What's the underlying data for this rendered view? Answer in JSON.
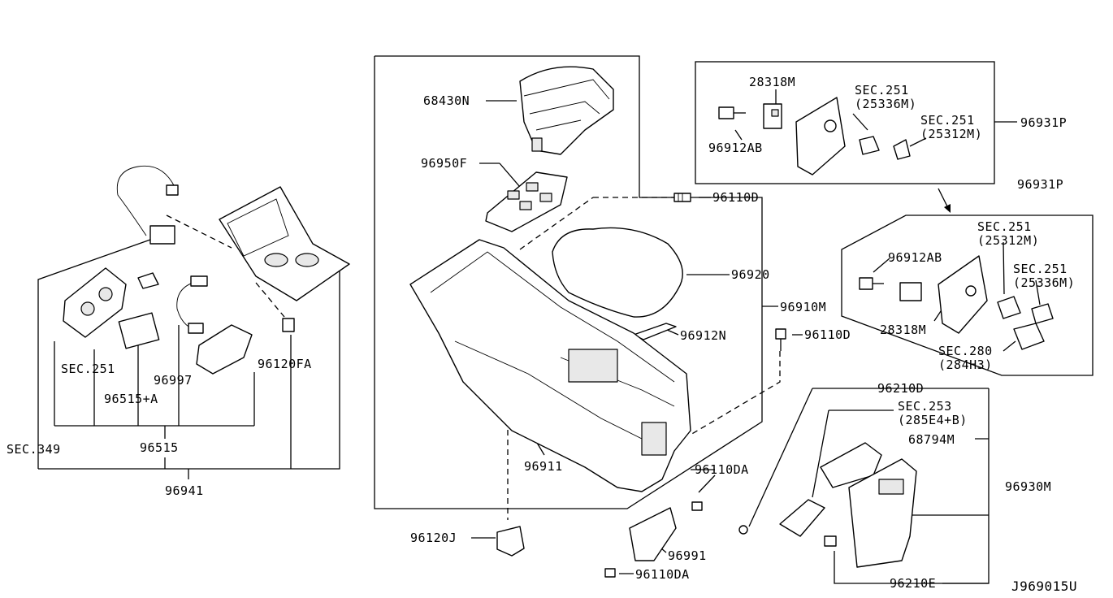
{
  "callouts": {
    "c68430N": "68430N",
    "c96950F": "96950F",
    "c96110D_top": "96110D",
    "c96920": "96920",
    "c96910M": "96910M",
    "c96912N": "96912N",
    "c96110D_mid": "96110D",
    "c96911": "96911",
    "c96120J": "96120J",
    "c96110DA_top": "96110DA",
    "c96991": "96991",
    "c96110DA_bot": "96110DA",
    "c28318M_top": "28318M",
    "c96912AB_top": "96912AB",
    "c96931P_top": "96931P",
    "c96931P_right": "96931P",
    "c96912AB_bot": "96912AB",
    "c28318M_bot": "28318M",
    "c96210D": "96210D",
    "c68794M": "68794M",
    "c96930M": "96930M",
    "c96210E": "96210E",
    "c96997": "96997",
    "c96515A": "96515+A",
    "c96515": "96515",
    "c96120FA": "96120FA",
    "c96941": "96941",
    "diagram_id": "J969015U"
  },
  "sections": {
    "sec251_a1": "SEC.251",
    "sec251_a2": "(25336M)",
    "sec251_b1": "SEC.251",
    "sec251_b2": "(25312M)",
    "sec251_c1": "SEC.251",
    "sec251_c2": "(25312M)",
    "sec251_d1": "SEC.251",
    "sec251_d2": "(25336M)",
    "sec280_1": "SEC.280",
    "sec280_2": "(284H3)",
    "sec253_1": "SEC.253",
    "sec253_2": "(285E4+B)",
    "sec251_left": "SEC.251",
    "sec349": "SEC.349"
  }
}
